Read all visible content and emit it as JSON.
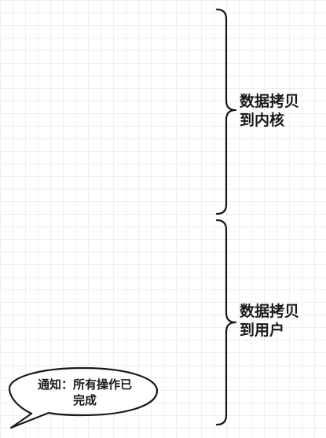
{
  "braces": {
    "kernel_label_line1": "数据拷贝",
    "kernel_label_line2": "到内核",
    "user_label_line1": "数据拷贝",
    "user_label_line2": "到用户"
  },
  "callout": {
    "line1": "通知：所有操作已",
    "line2": "完成"
  },
  "colors": {
    "stroke": "#1a1a1a",
    "grid": "#eeeeee",
    "background": "#ffffff"
  }
}
